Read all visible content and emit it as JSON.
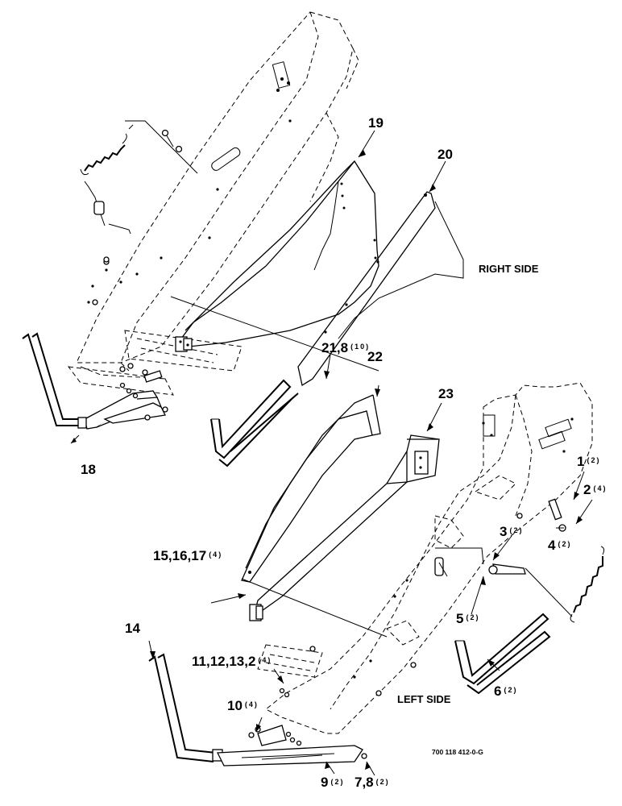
{
  "callouts": {
    "p1": {
      "num": "1",
      "qty": "(2)"
    },
    "p2": {
      "num": "2",
      "qty": "(4)"
    },
    "p3": {
      "num": "3",
      "qty": "(2)"
    },
    "p4": {
      "num": "4",
      "qty": "(2)"
    },
    "p5": {
      "num": "5",
      "qty": "(2)"
    },
    "p6": {
      "num": "6",
      "qty": "(2)"
    },
    "p7_8": {
      "num": "7,8",
      "qty": "(2)"
    },
    "p9": {
      "num": "9",
      "qty": "(2)"
    },
    "p10": {
      "num": "10",
      "qty": "(4)"
    },
    "p11_13": {
      "num": "11,12,13,2",
      "qty": "(4)"
    },
    "p14": {
      "num": "14",
      "qty": ""
    },
    "p15_17": {
      "num": "15,16,17",
      "qty": "(4)"
    },
    "p18": {
      "num": "18",
      "qty": ""
    },
    "p19": {
      "num": "19",
      "qty": ""
    },
    "p20": {
      "num": "20",
      "qty": ""
    },
    "p21_8": {
      "num": "21,8",
      "qty": "(10)"
    },
    "p22": {
      "num": "22",
      "qty": ""
    },
    "p23": {
      "num": "23",
      "qty": ""
    }
  },
  "side_labels": {
    "right": "RIGHT SIDE",
    "left": "LEFT SIDE"
  },
  "figure_number": "700 118 412-0-G"
}
